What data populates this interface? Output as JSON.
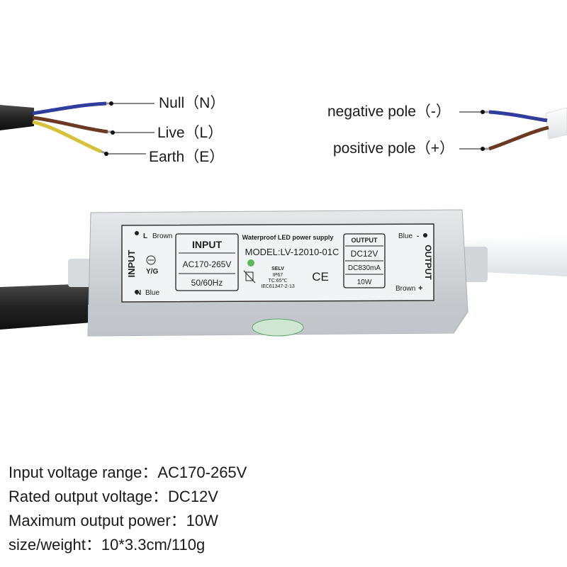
{
  "wiring": {
    "input_wires": [
      {
        "label": "Null（N）",
        "color": "#2f3d9c"
      },
      {
        "label": "Live（L）",
        "color": "#6b3a24"
      },
      {
        "label": "Earth（E）",
        "color": "#d6c23a"
      }
    ],
    "output_wires": [
      {
        "label": "negative pole（-）",
        "color": "#2f3d9c"
      },
      {
        "label": "positive pole（+）",
        "color": "#6b3a24"
      }
    ]
  },
  "label_panel": {
    "input_side": "INPUT",
    "output_side": "OUTPUT",
    "l_mark": "L",
    "l_wire": "Brown",
    "n_mark": "N",
    "n_wire": "Blue",
    "yg": "Y/G",
    "input_title": "INPUT",
    "input_voltage": "AC170-265V",
    "input_freq": "50/60Hz",
    "product_name": "Waterproof LED power supply",
    "model": "MODEL:LV-12010-01C",
    "selv": "SELV",
    "ip": "IP67",
    "tc": "TC:65℃",
    "standard": "IEC61347-2-13",
    "ce": "CE",
    "output_title": "OUTPUT",
    "output_voltage": "DC12V",
    "output_current": "DC830mA",
    "output_power": "10W",
    "out_blue": "Blue",
    "out_minus": "-",
    "out_brown": "Brown",
    "out_plus": "+"
  },
  "specs": [
    "Input voltage range：AC170-265V",
    "Rated output voltage：DC12V",
    "Maximum output power：10W",
    "size/weight：10*3.3cm/110g"
  ]
}
